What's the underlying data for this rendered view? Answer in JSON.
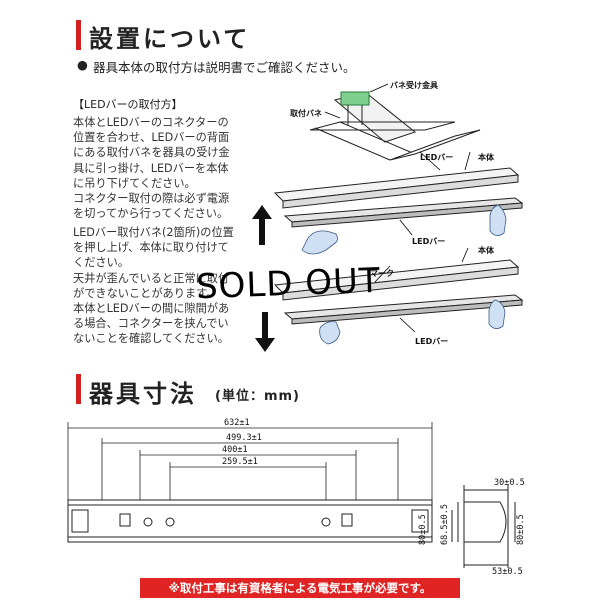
{
  "section1": {
    "title": "設置について",
    "bullet": "●",
    "note": "器具本体の取付方は説明書でご確認ください。",
    "subhead": "【LEDバーの取付方】",
    "para1": "本体とLEDバーのコネクターの\n位置を合わせ、LEDバーの背面\nにある取付バネを器具の受け金\n具に引っ掛け、LEDバーを本体\nに吊り下げてください。\nコネクター取付の際は必ず電源\nを切ってから行ってください。",
    "para2": "LEDバー取付バネ(2箇所)の位置\nを押し上げ、本体に取り付けて\nください。\n天井が歪んでいると正常に取付\nができないことがあります。\n本体とLEDバーの間に隙間があ\nる場合、コネクターを挟んでい\nないことを確認してください。",
    "labels": {
      "spring_bracket": "バネ受け金具",
      "spring": "取付バネ",
      "ledbar1": "LEDバー",
      "body1": "本体",
      "ledbar2": "LEDバー",
      "body2": "本体",
      "mark": "マーク",
      "ledbar3": "LEDバー"
    },
    "sold_out": "SOLD OUT"
  },
  "section2": {
    "title": "器具寸法",
    "unit": "(単位：mm)",
    "dims": {
      "d632": "632±1",
      "d499": "499.3±1",
      "d400": "400±1",
      "d259": "259.5±1",
      "d30": "30±0.5",
      "d80a": "80±0.5",
      "d68": "68.5±0.5",
      "d80b": "80±0.5",
      "d53": "53±0.5"
    },
    "banner": "※取付工事は有資格者による電気工事が必要です。"
  },
  "colors": {
    "accent": "#d32020",
    "banner": "#e02424"
  }
}
